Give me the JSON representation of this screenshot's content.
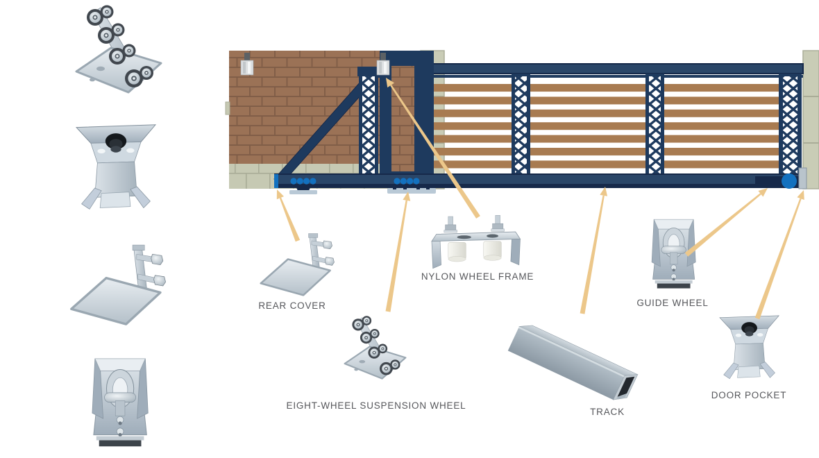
{
  "diagram": {
    "title_hint": "cantilever-sliding-gate-parts-diagram",
    "labels": {
      "rear_cover": "REAR COVER",
      "eight_wheel": "EIGHT-WHEEL SUSPENSION WHEEL",
      "nylon_wheel_frame": "NYLON WHEEL FRAME",
      "track": "TRACK",
      "guide_wheel": "GUIDE WHEEL",
      "door_pocket": "DOOR POCKET"
    },
    "left_gallery": [
      {
        "icon": "eight-wheel-suspension-wheel-photo"
      },
      {
        "icon": "door-pocket-photo"
      },
      {
        "icon": "rear-cover-photo"
      },
      {
        "icon": "guide-wheel-photo"
      }
    ]
  },
  "palette": {
    "navy": "#1e3a5e",
    "navyMid": "#2a4668",
    "navyDark": "#16294a",
    "blue": "#1371bf",
    "brick": "#9b7256",
    "mortar": "#7e5c46",
    "concrete": "#c6c9b3",
    "concreteLine": "#a9ac97",
    "wood": "#a87b51",
    "arrow": "#ecc78a",
    "label": "#55565a",
    "steelEdge": "#8795a1"
  }
}
